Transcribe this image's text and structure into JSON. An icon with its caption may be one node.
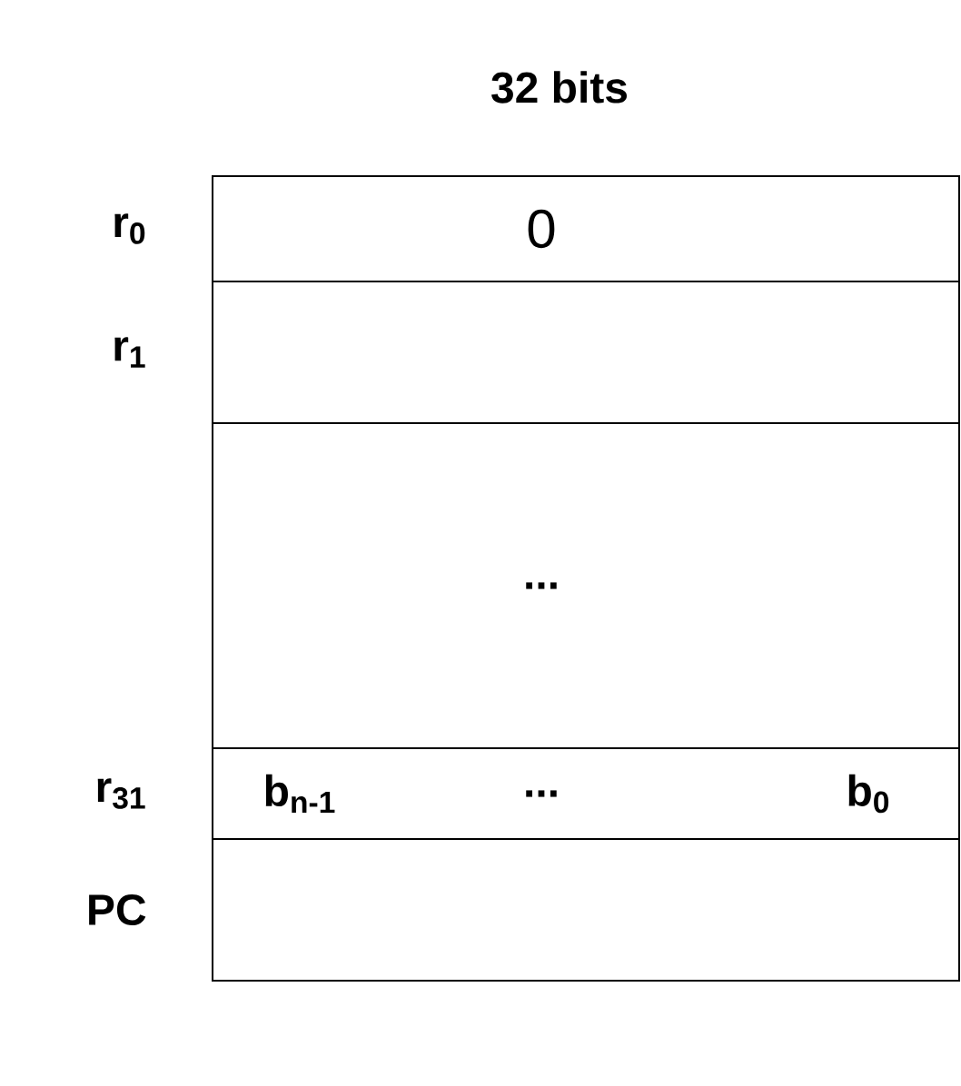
{
  "diagram": {
    "title": "32 bits",
    "nodes": [
      {
        "text": [
          "0"
        ],
        "beside": [
          "r$_{0}$"
        ]
      },
      {
        "text": [],
        "shape": "box",
        "beside": [
          "r$_{1}$"
        ]
      },
      {
        "text": [
          "..."
        ]
      },
      {
        "text": [
          "b$_{n-1}$",
          "...",
          "b$_{0}$"
        ],
        "beside": [
          "r$_{31}$"
        ]
      },
      {
        "text": [],
        "shape": "box",
        "beside": [
          "PC"
        ]
      }
    ]
  }
}
